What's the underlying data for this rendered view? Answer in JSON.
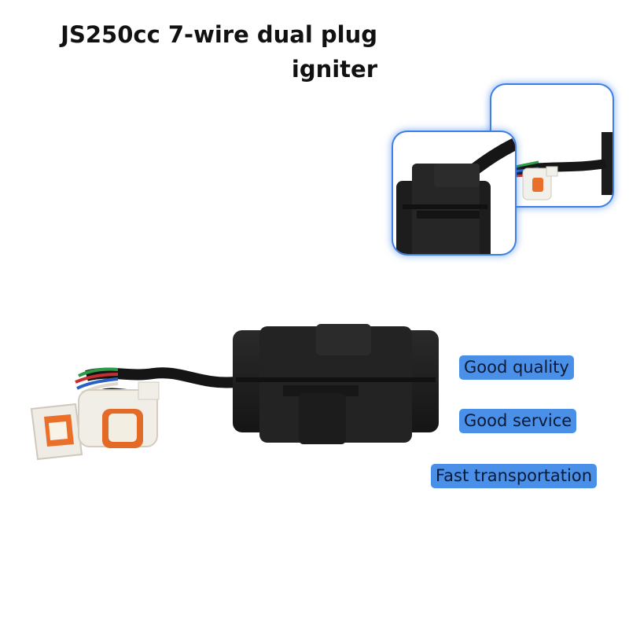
{
  "title": {
    "line1": "JS250cc 7-wire dual plug",
    "line2": "igniter"
  },
  "badges": [
    "Good quality",
    "Good service",
    "Fast transportation"
  ]
}
